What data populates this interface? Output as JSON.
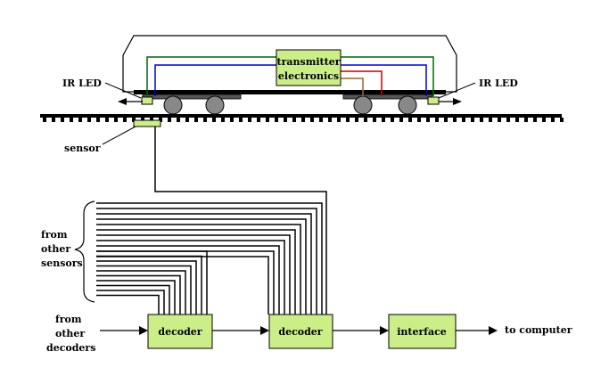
{
  "labels": {
    "ir_led_left": "IR LED",
    "ir_led_right": "IR LED",
    "transmitter_line1": "transmitter",
    "transmitter_line2": "electronics",
    "sensor": "sensor",
    "from_other_sensors": [
      "from",
      "other",
      "sensors"
    ],
    "from_other_decoders": [
      "from",
      "other",
      "decoders"
    ],
    "decoder_1": "decoder",
    "decoder_2": "decoder",
    "interface": "interface",
    "to_computer": "to computer"
  },
  "colors": {
    "module_fill": "#ccee88",
    "wire_green": "#006600",
    "wire_blue": "#0000cc",
    "wire_red": "#cc0000",
    "wire_brown": "#996633",
    "wheel": "#888888",
    "rail": "#000000"
  }
}
